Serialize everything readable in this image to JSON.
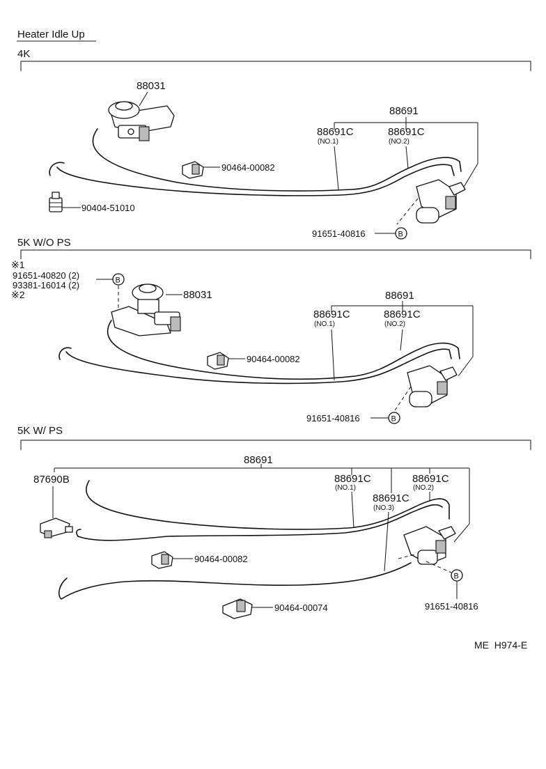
{
  "title": "Heater Idle Up",
  "sections": [
    {
      "name": "4K"
    },
    {
      "name": "5K W/O PS"
    },
    {
      "name": "5K W/ PS"
    }
  ],
  "notes": {
    "note1_mark": "※1",
    "note1_line1": "91651-40820 (2)",
    "note1_line2": "93381-16014 (2)",
    "note2_mark": "※2"
  },
  "parts": {
    "valve": "88031",
    "hose_set": "88691",
    "hose": "88691C",
    "no1": "(NO.1)",
    "no2": "(NO.2)",
    "no3": "(NO.3)",
    "clamp_a": "90464-00082",
    "clamp_b": "90464-00074",
    "union": "90404-51010",
    "bolt_a": "91651-40816",
    "vsv": "87690B",
    "ref_b": "B"
  },
  "code": "ME  H974-E"
}
